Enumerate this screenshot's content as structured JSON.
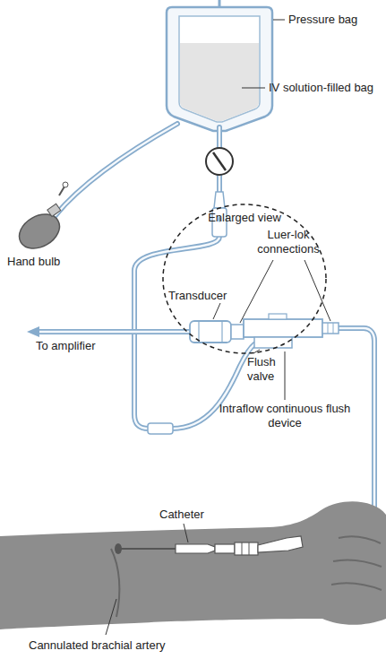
{
  "diagram": {
    "nodes": [
      {
        "text": [
          "Enlarged view"
        ]
      }
    ],
    "labels": [
      "Pressure bag",
      "IV solution-filled bag",
      "Hand bulb",
      "Luer-lok connections",
      "Transducer",
      "To amplifier",
      "Flush valve",
      "Intraflow continuous flush device",
      "Catheter",
      "Cannulated brachial artery"
    ]
  }
}
